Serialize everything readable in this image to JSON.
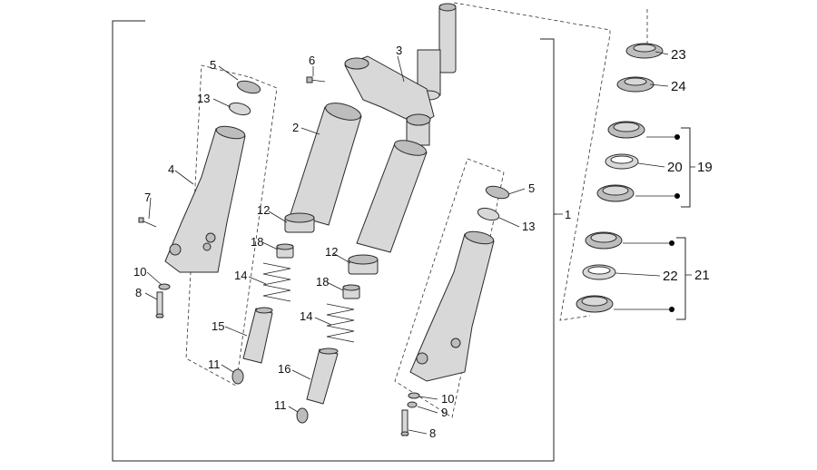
{
  "callouts": {
    "c1": "1",
    "c2": "2",
    "c3": "3",
    "c4": "4",
    "c5a": "5",
    "c5b": "5",
    "c6": "6",
    "c7": "7",
    "c8a": "8",
    "c8b": "8",
    "c9": "9",
    "c10a": "10",
    "c10b": "10",
    "c11a": "11",
    "c11b": "11",
    "c12a": "12",
    "c12b": "12",
    "c13a": "13",
    "c13b": "13",
    "c14a": "14",
    "c14b": "14",
    "c15": "15",
    "c16": "16",
    "c18a": "18",
    "c18b": "18",
    "c19": "19",
    "c20": "20",
    "c21": "21",
    "c22": "22",
    "c23": "23",
    "c24": "24"
  }
}
